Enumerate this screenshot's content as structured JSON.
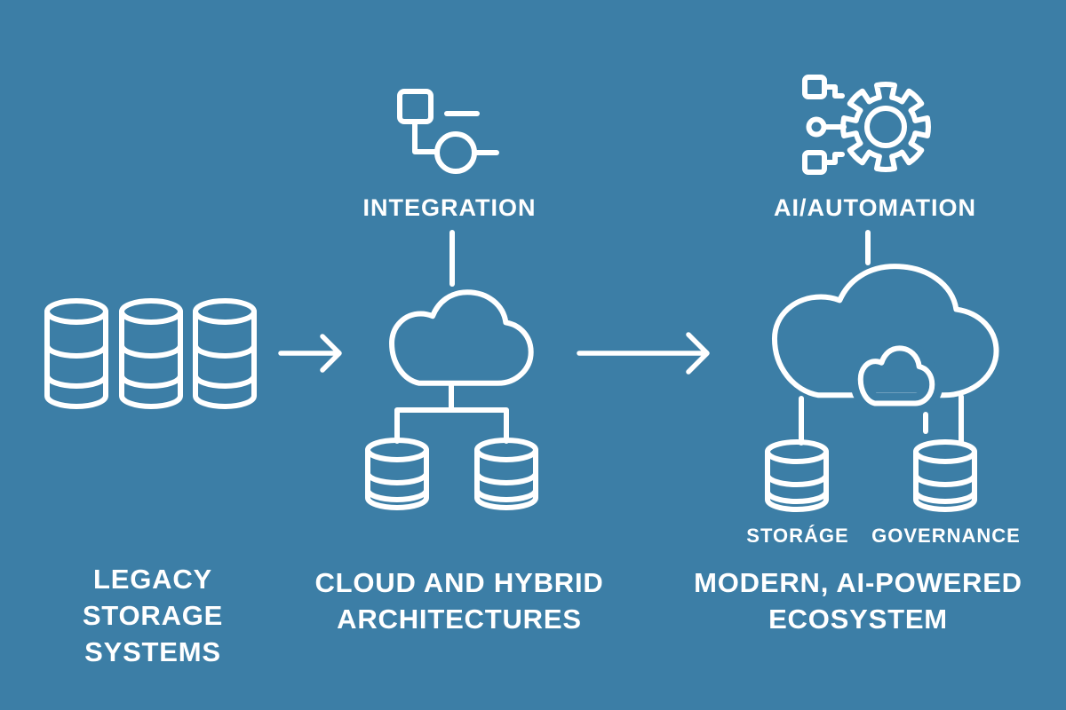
{
  "diagram": {
    "background_color": "#3C7EA6",
    "line_color": "#FFFFFF",
    "stages": [
      {
        "name": "legacy-storage-systems",
        "icon": "database-stack-icon",
        "title_lines": [
          "LEGACY",
          "STORAGE",
          "SYSTEMS"
        ]
      },
      {
        "name": "cloud-and-hybrid-architectures",
        "top_icon": "flowchart-icon",
        "top_label": "INTEGRATION",
        "icon": "cloud-with-databases-icon",
        "title_lines": [
          "CLOUD AND HYBRID",
          "ARCHITECTURES"
        ]
      },
      {
        "name": "modern-ai-powered-ecosystem",
        "top_icon": "gear-network-icon",
        "top_label": "AI/AUTOMATION",
        "icon": "hybrid-cloud-ecosystem-icon",
        "db_labels": [
          "STORÁGE",
          "GOVERNANCE"
        ],
        "title_lines": [
          "MODERN, AI-POWERED",
          "ECOSYSTEM"
        ]
      }
    ],
    "connectors": [
      "right-arrow",
      "right-arrow"
    ]
  }
}
